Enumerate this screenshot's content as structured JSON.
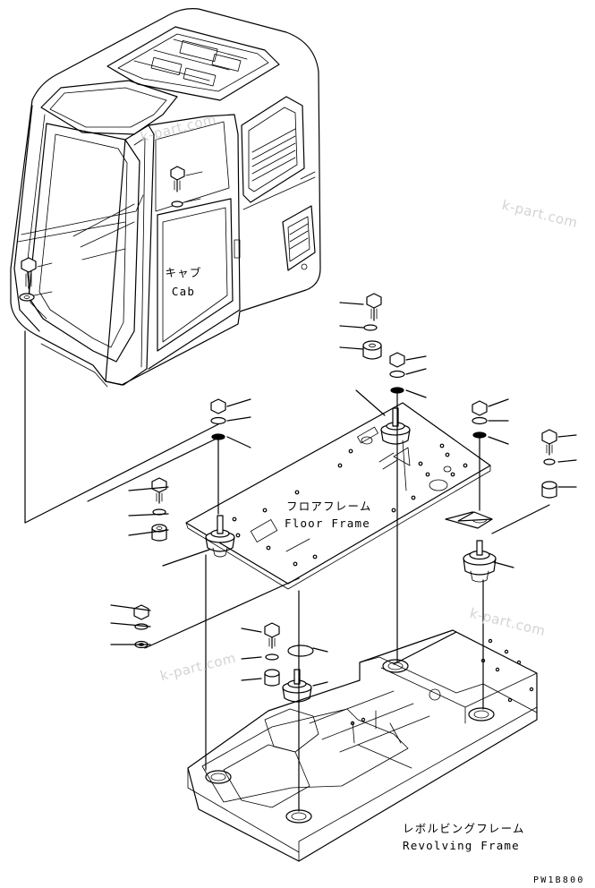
{
  "labels": {
    "cab_jp": "キャブ",
    "cab_en": "Cab",
    "floor_frame_jp": "フロアフレーム",
    "floor_frame_en": "Floor Frame",
    "revolving_frame_jp": "レボルビングフレーム",
    "revolving_frame_en": "Revolving Frame"
  },
  "watermark": "k-part.com",
  "drawing_code": "PW1B800",
  "colors": {
    "line": "#000000",
    "watermark": "#d3d3d3",
    "background": "#ffffff"
  }
}
